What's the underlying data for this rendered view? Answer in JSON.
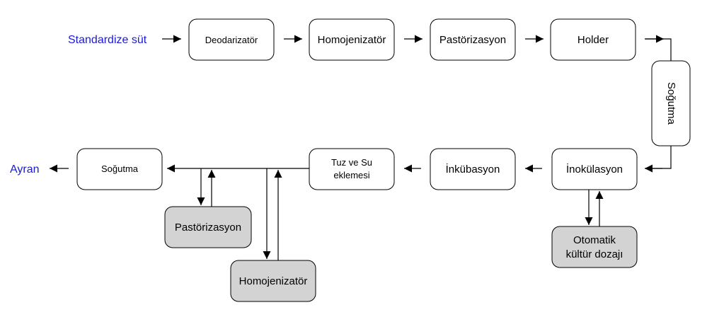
{
  "diagram": {
    "input_label": "Standardize süt",
    "output_label": "Ayran",
    "steps": {
      "deodorizer": "Deodarizatör",
      "homogenizer_top": "Homojenizatör",
      "pasteurization_top": "Pastörizasyon",
      "holder": "Holder",
      "cooling_vertical": "Soğutma",
      "inoculation": "İnokülasyon",
      "incubation": "İnkübasyon",
      "salt_water_line1": "Tuz ve Su",
      "salt_water_line2": "eklemesi",
      "cooling_final": "Soğutma",
      "pasteurization_side": "Pastörizasyon",
      "homogenizer_side": "Homojenizatör",
      "culture_line1": "Otomatik",
      "culture_line2": "kültür dozajı"
    },
    "colors": {
      "label_blue": "#1a1ad6",
      "box_white": "#ffffff",
      "box_gray": "#d3d3d3",
      "stroke": "#000000"
    }
  }
}
